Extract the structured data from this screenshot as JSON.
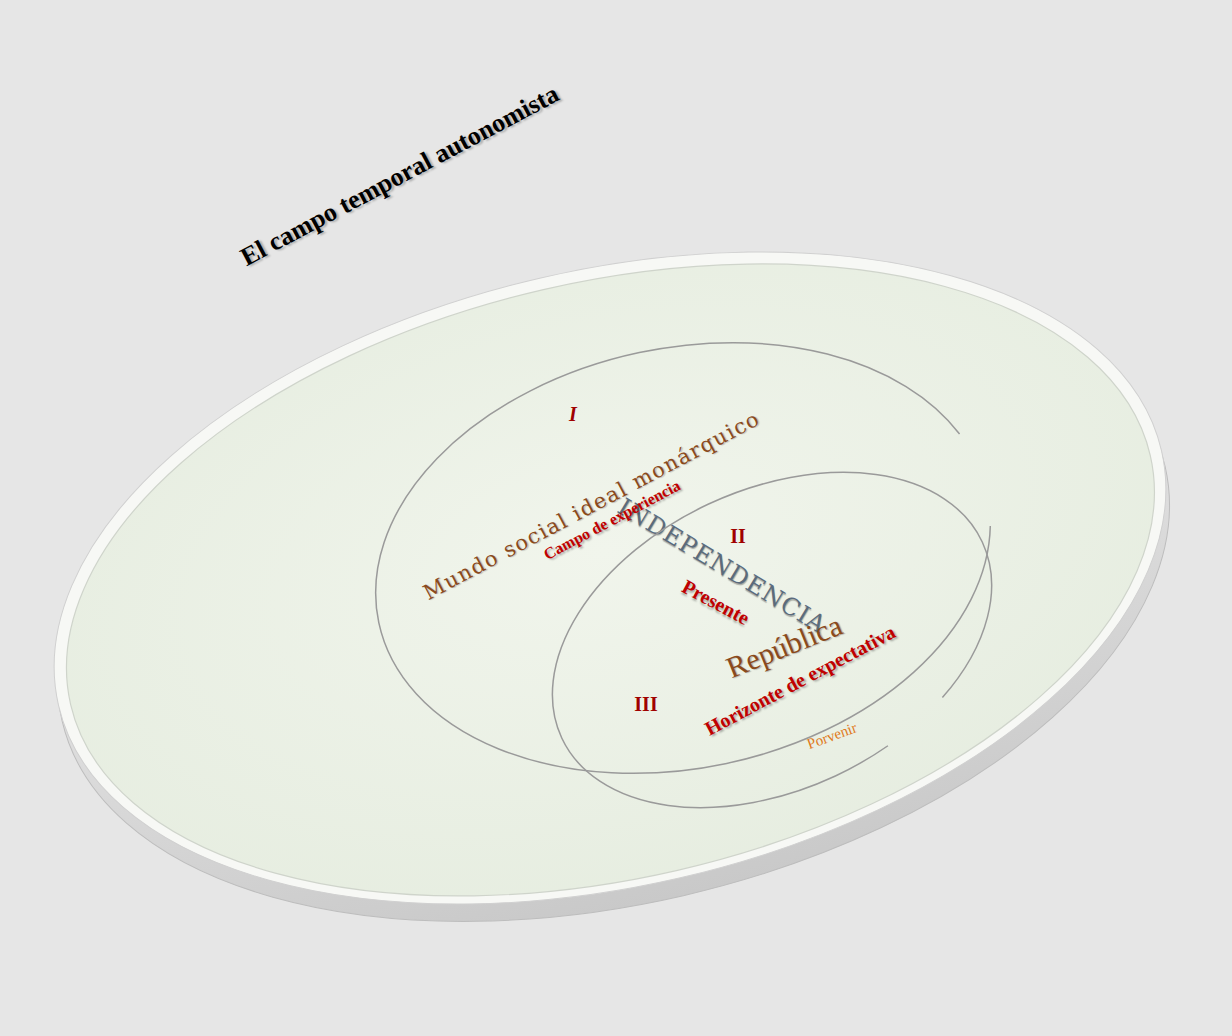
{
  "diagram": {
    "title": "El campo temporal autonomista",
    "nodes": [
      {
        "text": [
          "I",
          "Mundo social ideal monárquico",
          "Campo de experiencia"
        ]
      },
      {
        "text": [
          "III",
          "República",
          "Horizonte de expectativa"
        ]
      }
    ],
    "labels": [
      "II",
      "INDEPENDENCIA",
      "Presente",
      "Porvenir"
    ]
  }
}
